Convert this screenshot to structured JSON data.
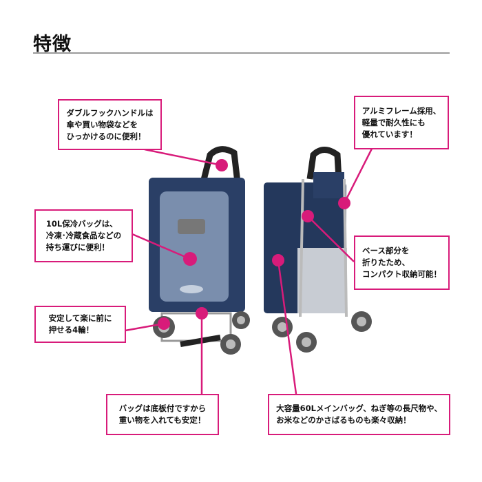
{
  "title": "特徴",
  "accent_color": "#d81b7a",
  "callouts": [
    {
      "text": "ダブルフックハンドルは\n傘や買い物袋などを\nひっかけるのに便利！"
    },
    {
      "text": "アルミフレーム採用、\n軽量で耐久性にも\n優れています！"
    },
    {
      "text": "10L保冷バッグは、\n冷凍･冷蔵食品などの\n持ち運びに便利！"
    },
    {
      "text": "ベース部分を\n折りたため、\nコンパクト収納可能！"
    },
    {
      "text": "安定して楽に前に\n押せる4輪！"
    },
    {
      "text": "バッグは底板付ですから\n重い物を入れても安定！"
    },
    {
      "text": "大容量60Lメインバッグ、ねぎ等の長尺物や、\nお米などのかさばるものも楽々収納！"
    }
  ]
}
